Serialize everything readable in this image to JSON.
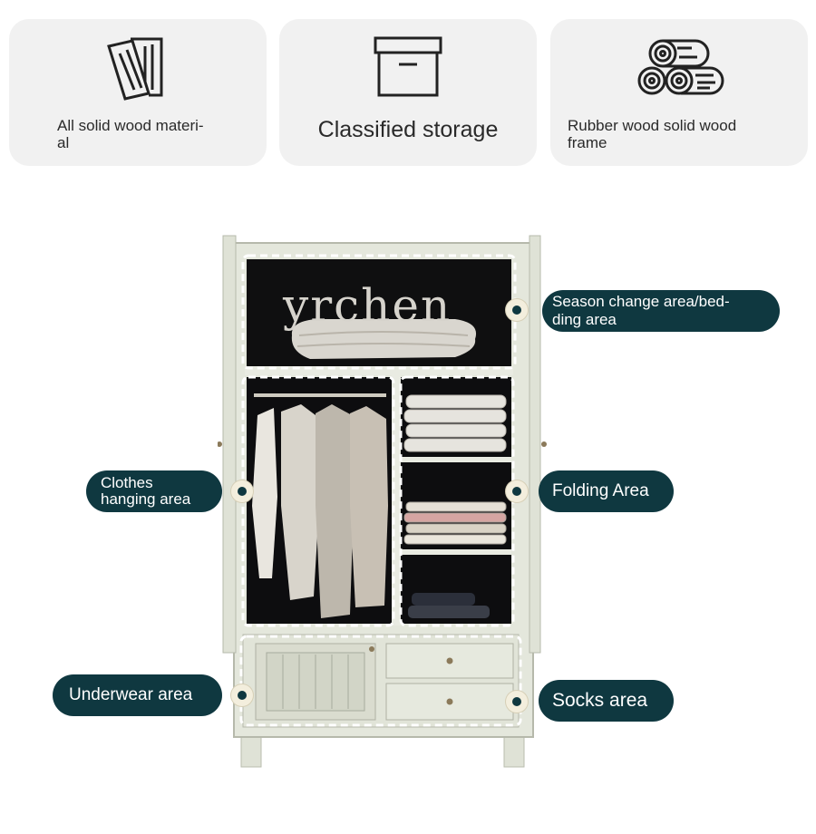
{
  "features": [
    {
      "icon": "wood-planks-icon",
      "label": "All solid wood materi-\nal"
    },
    {
      "icon": "storage-box-icon",
      "label": "Classified storage"
    },
    {
      "icon": "wood-logs-icon",
      "label": "Rubber wood solid wood\nframe"
    }
  ],
  "wardrobe": {
    "brand_text": "yrchen"
  },
  "areas": {
    "season_change": "Season change area/bed-\nding area",
    "clothes_hanging": "Clothes\nhanging area",
    "folding": "Folding Area",
    "underwear": "Underwear area",
    "socks": "Socks area"
  },
  "colors": {
    "pill_bg": "#0f3840",
    "card_bg": "#f1f1f1",
    "wardrobe_body": "#e4e7dc"
  }
}
